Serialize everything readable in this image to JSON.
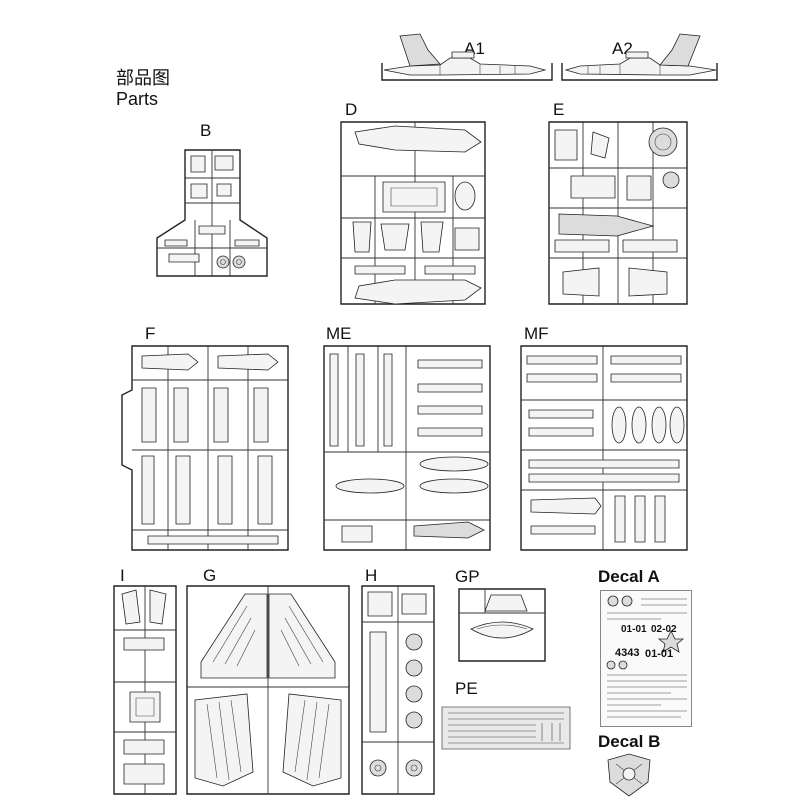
{
  "header": {
    "title_cn": "部品图",
    "title_en": "Parts"
  },
  "sprues": {
    "A1": "A1",
    "A2": "A2",
    "B": "B",
    "D": "D",
    "E": "E",
    "F": "F",
    "ME": "ME",
    "MF": "MF",
    "I": "I",
    "G": "G",
    "H": "H",
    "GP": "GP",
    "PE": "PE"
  },
  "decals": {
    "decal_a": "Decal A",
    "decal_b": "Decal B",
    "markings": [
      "01-01",
      "02-02",
      "4343",
      "01-01"
    ]
  },
  "colors": {
    "line": "#222222",
    "background": "#ffffff"
  }
}
